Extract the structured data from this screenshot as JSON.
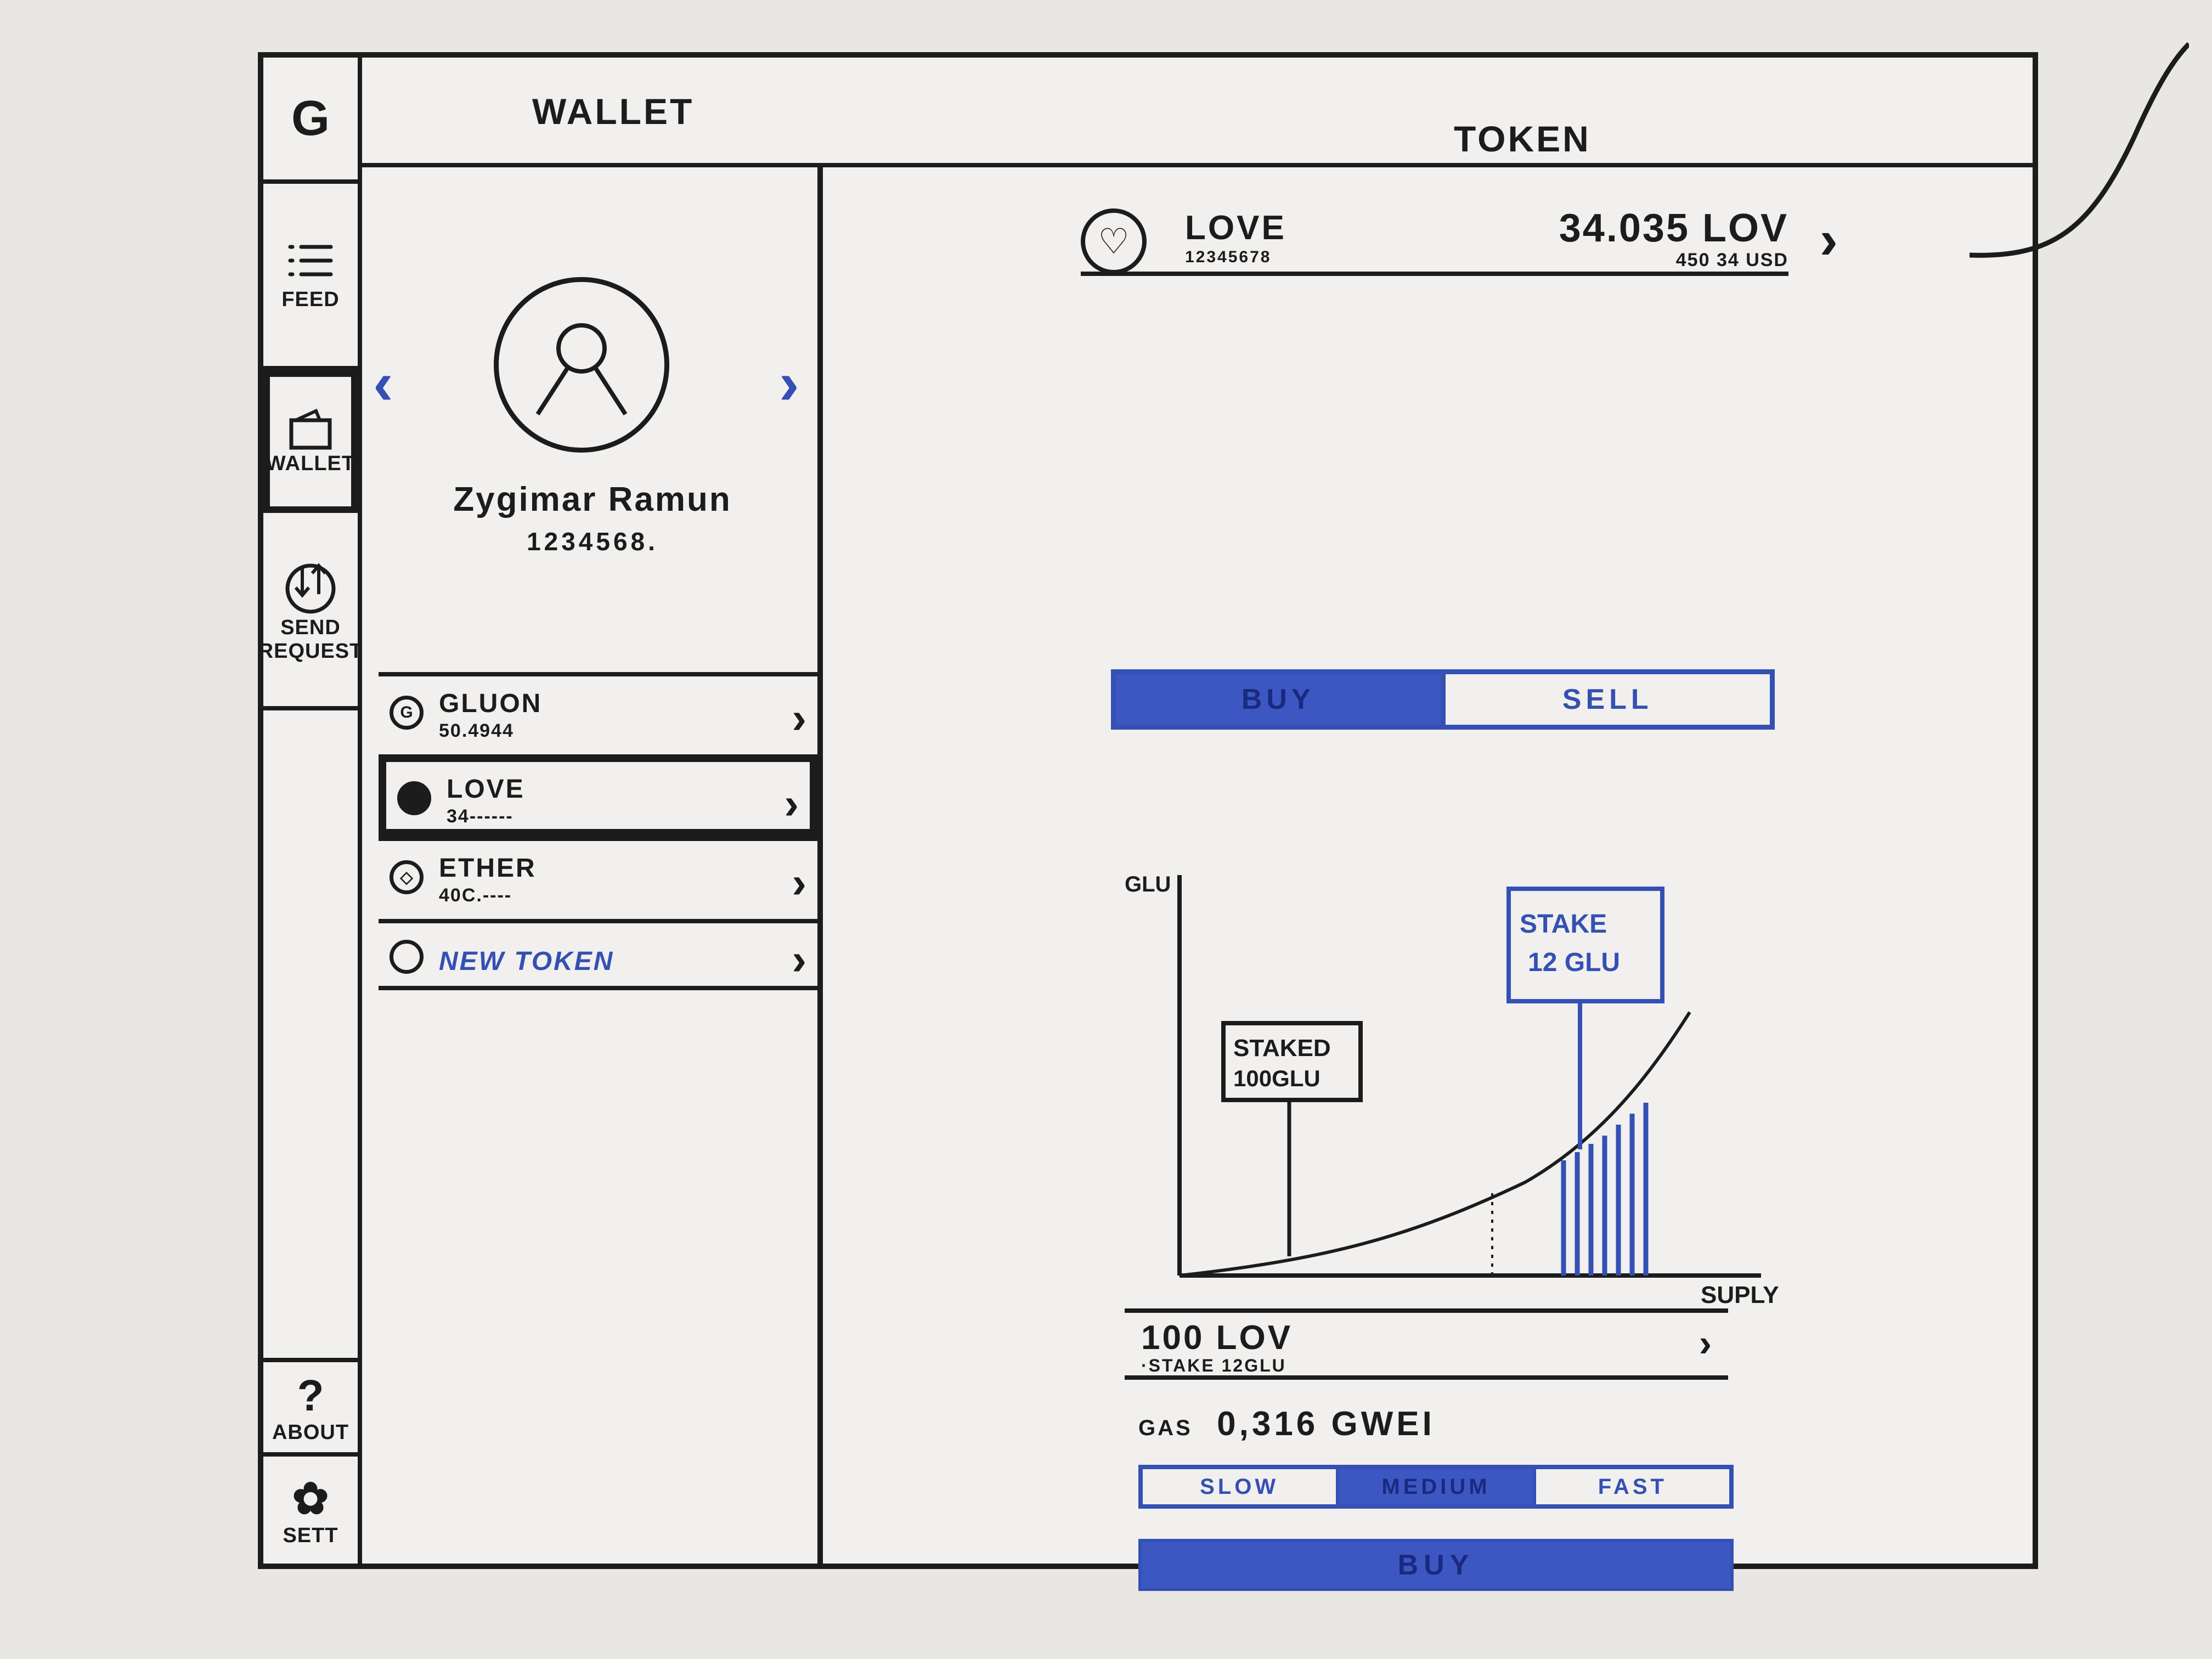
{
  "app": {
    "logo": "G"
  },
  "rail": {
    "feed": "FEED",
    "wallet": "WALLET",
    "send": "SEND",
    "request": "REQUEST",
    "about_icon": "?",
    "about": "ABOUT",
    "settings": "SETT"
  },
  "header": {
    "wallet_title": "WALLET",
    "token_title": "TOKEN"
  },
  "profile": {
    "name": "Zygimar Ramun",
    "address": "1234568."
  },
  "tokens": [
    {
      "icon": "G",
      "name": "GLUON",
      "balance": "50.4944",
      "icon_name": "gluon-icon"
    },
    {
      "icon": "",
      "name": "LOVE",
      "balance": "34------",
      "icon_name": "love-icon",
      "active": true
    },
    {
      "icon": "◇",
      "name": "ETHER",
      "balance": "40C.----",
      "icon_name": "ether-icon"
    }
  ],
  "new_token": {
    "label": "NEW TOKEN"
  },
  "token_detail": {
    "name": "LOVE",
    "address": "12345678",
    "balance": "34.035 LOV",
    "usd": "450 34 USD",
    "tabs": {
      "buy": "BUY",
      "sell": "SELL"
    },
    "curve": {
      "y_label": "GLU",
      "x_label": "SUPLY",
      "staked_label": "STAKED",
      "staked_value": "100GLU",
      "stake_label": "STAKE",
      "stake_value": "12 GLU"
    },
    "order": {
      "amount": "100 LOV",
      "stake": "·STAKE 12GLU"
    },
    "gas": {
      "label": "GAS",
      "value": "0,316 GWEI"
    },
    "speeds": {
      "slow": "SLOW",
      "medium": "MEDIUM",
      "fast": "FAST"
    },
    "buy_button": "BUY"
  },
  "colors": {
    "accent": "#3550b4",
    "ink": "#1c1c1c",
    "board": "#f1f0ee"
  }
}
